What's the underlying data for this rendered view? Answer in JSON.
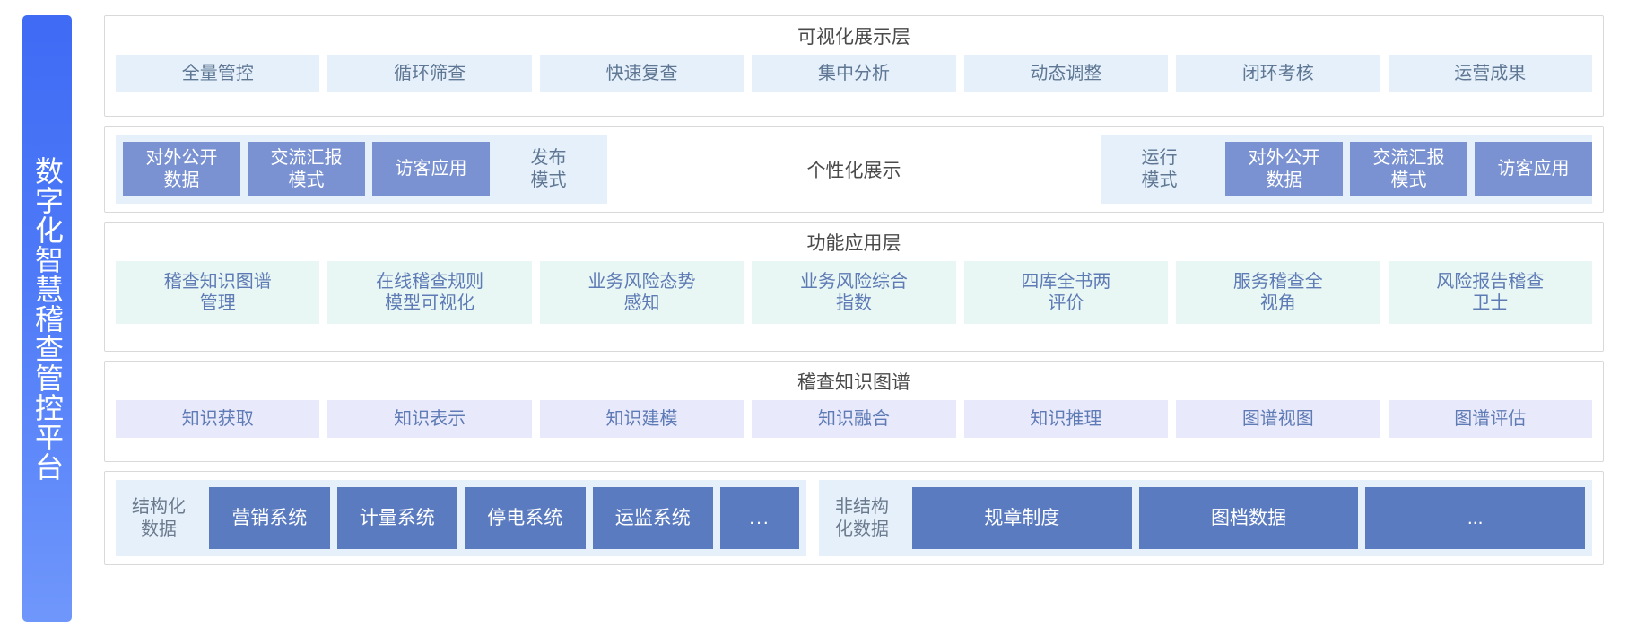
{
  "platform": {
    "title": "数字化智慧稽查管控平台"
  },
  "layers": {
    "visualization": {
      "title": "可视化展示层",
      "items": [
        {
          "label": "全量管控"
        },
        {
          "label": "循环筛查"
        },
        {
          "label": "快速复查"
        },
        {
          "label": "集中分析"
        },
        {
          "label": "动态调整"
        },
        {
          "label": "闭环考核"
        },
        {
          "label": "运营成果"
        }
      ]
    },
    "display_modes": {
      "center_label": "个性化展示",
      "left_group": [
        {
          "label": "对外公开\n数据",
          "style": "filled"
        },
        {
          "label": "交流汇报\n模式",
          "style": "filled"
        },
        {
          "label": "访客应用",
          "style": "filled"
        },
        {
          "label": "发布\n模式",
          "style": "plain"
        }
      ],
      "right_group": [
        {
          "label": "运行\n模式",
          "style": "plain"
        },
        {
          "label": "对外公开\n数据",
          "style": "filled"
        },
        {
          "label": "交流汇报\n模式",
          "style": "filled"
        },
        {
          "label": "访客应用",
          "style": "filled"
        }
      ]
    },
    "function_application": {
      "title": "功能应用层",
      "items": [
        {
          "label": "稽查知识图谱\n管理"
        },
        {
          "label": "在线稽查规则\n模型可视化"
        },
        {
          "label": "业务风险态势\n感知"
        },
        {
          "label": "业务风险综合\n指数"
        },
        {
          "label": "四库全书两\n评价"
        },
        {
          "label": "服务稽查全\n视角"
        },
        {
          "label": "风险报告稽查\n卫士"
        }
      ]
    },
    "knowledge_graph": {
      "title": "稽查知识图谱",
      "items": [
        {
          "label": "知识获取"
        },
        {
          "label": "知识表示"
        },
        {
          "label": "知识建模"
        },
        {
          "label": "知识融合"
        },
        {
          "label": "知识推理"
        },
        {
          "label": "图谱视图"
        },
        {
          "label": "图谱评估"
        }
      ]
    },
    "data_sources": {
      "structured": {
        "label": "结构化\n数据",
        "items": [
          {
            "label": "营销系统"
          },
          {
            "label": "计量系统"
          },
          {
            "label": "停电系统"
          },
          {
            "label": "运监系统"
          },
          {
            "label": "..."
          }
        ]
      },
      "unstructured": {
        "label": "非结构\n化数据",
        "items": [
          {
            "label": "规章制度"
          },
          {
            "label": "图档数据"
          },
          {
            "label": "..."
          }
        ]
      }
    }
  },
  "colors": {
    "brand_start": "#3f6bf5",
    "brand_end": "#6f97fb",
    "layer1_box": "#e5f0fb",
    "layer2_filled": "#7a92d1",
    "layer3_box": "#e8f7f4",
    "layer4_box": "#e8eafc",
    "layer5_box": "#5b7bc0",
    "text_muted": "#5f7793",
    "text_dark": "#4a4a4a"
  }
}
